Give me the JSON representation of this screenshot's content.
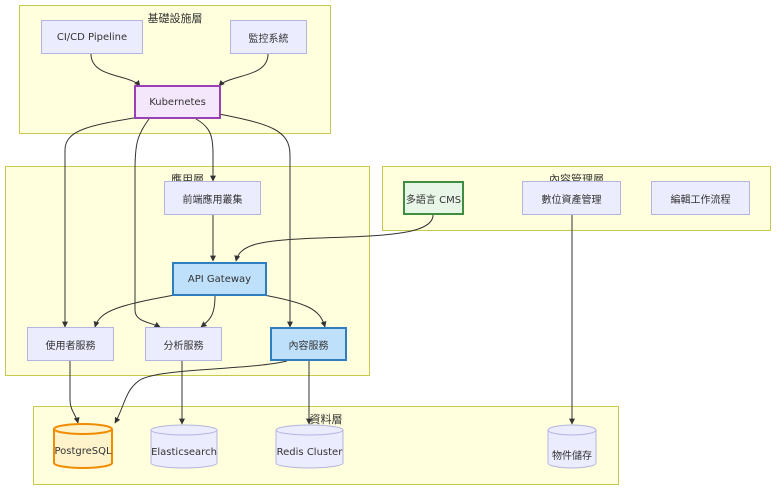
{
  "groups": {
    "infra": {
      "title": "基礎設施層"
    },
    "app": {
      "title": "應用層"
    },
    "cms": {
      "title": "內容管理層"
    },
    "data": {
      "title": "資料層"
    }
  },
  "nodes": {
    "cicd": "CI/CD Pipeline",
    "monitor": "監控系統",
    "k8s": "Kubernetes",
    "frontend": "前端應用叢集",
    "api_gateway": "API Gateway",
    "user_service": "使用者服務",
    "analytics_service": "分析服務",
    "content_service": "內容服務",
    "multilang_cms": "多語言 CMS",
    "digital_assets": "數位資產管理",
    "editorial_workflow": "編輯工作流程",
    "postgres": "PostgreSQL",
    "elasticsearch": "Elasticsearch",
    "redis": "Redis Cluster",
    "object_storage": "物件儲存"
  },
  "colors": {
    "group_fill": "#ffffde",
    "group_border": "#c9c94e",
    "node_fill": "#ececff",
    "node_border": "#b4b4e0",
    "k8s_fill": "#f4e6fb",
    "k8s_border": "#9b3fb5",
    "highlight_fill": "#bfe0fb",
    "highlight_border": "#2f7fc0",
    "cms_fill": "#e8f6e8",
    "cms_border": "#3e8e41",
    "postgres_fill": "#fff3cc",
    "postgres_border": "#f08c00",
    "edge": "#333333"
  }
}
